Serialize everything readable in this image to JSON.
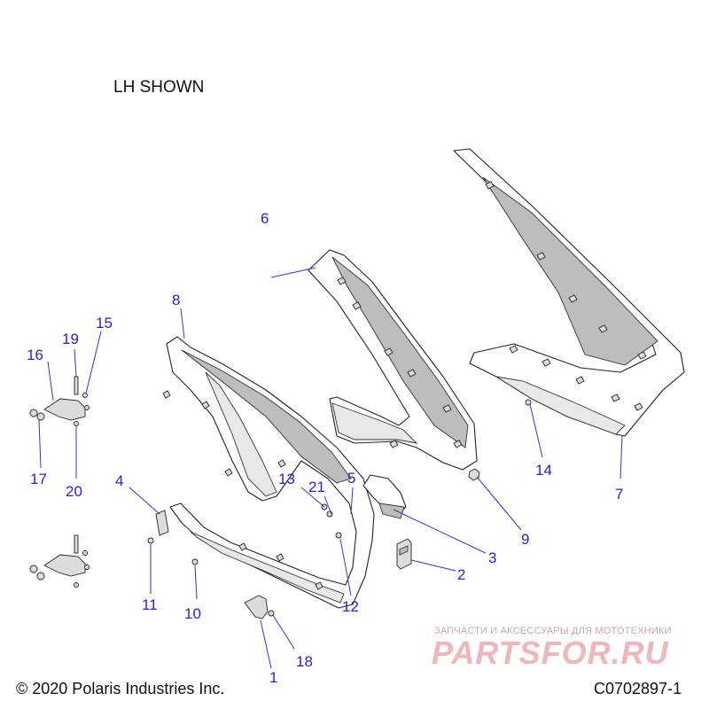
{
  "header": {
    "title": "LH SHOWN"
  },
  "footer": {
    "copyright": "© 2020 Polaris Industries Inc.",
    "figure_id": "C0702897-1"
  },
  "watermark": {
    "subtitle": "ЗАПЧАСТИ И АКСЕССУАРЫ ДЛЯ МОТОТЕХНИКИ",
    "brand": "PARTSFOR.RU"
  },
  "callouts": {
    "c1": "1",
    "c2": "2",
    "c3": "3",
    "c4": "4",
    "c5": "5",
    "c6": "6",
    "c7": "7",
    "c8": "8",
    "c9": "9",
    "c10": "10",
    "c11": "11",
    "c12": "12",
    "c13": "13",
    "c14": "14",
    "c15": "15",
    "c16": "16",
    "c17": "17",
    "c18": "18",
    "c19": "19",
    "c20": "20",
    "c21": "21"
  },
  "colors": {
    "callout": "#2a22c8",
    "line_art": "#222222",
    "panel_shade": "#bdbdbd"
  }
}
